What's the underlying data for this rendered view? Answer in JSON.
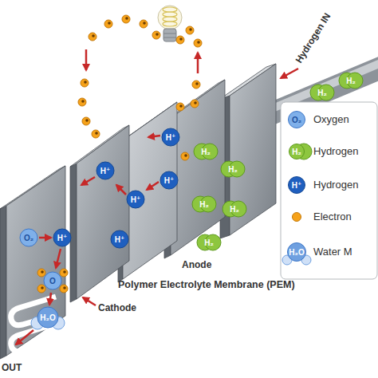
{
  "diagram": {
    "labels": [
      "Hydrogen IN",
      "Anode",
      "Polymer Electrolyte Membrane (PEM)",
      "Cathode",
      "OUT",
      "H₂",
      "H₂",
      "H₂",
      "H₂",
      "H₂",
      "H₂",
      "H₂",
      "H⁺",
      "H⁺",
      "H⁺",
      "H⁺",
      "H⁺",
      "H⁺",
      "O₂",
      "O",
      "H₂O",
      "O₂",
      "H₂",
      "H⁺",
      "H₂O"
    ],
    "legend": [
      {
        "text": "Oxygen",
        "color": "#7fb0ea"
      },
      {
        "text": "Hydrogen",
        "color": "#8dc63f"
      },
      {
        "text": "Hydrogen",
        "color": "#1f5fbf"
      },
      {
        "text": "Electron",
        "color": "#f6a21a"
      },
      {
        "text": "Water M",
        "color": "#6fa0e0"
      }
    ]
  }
}
